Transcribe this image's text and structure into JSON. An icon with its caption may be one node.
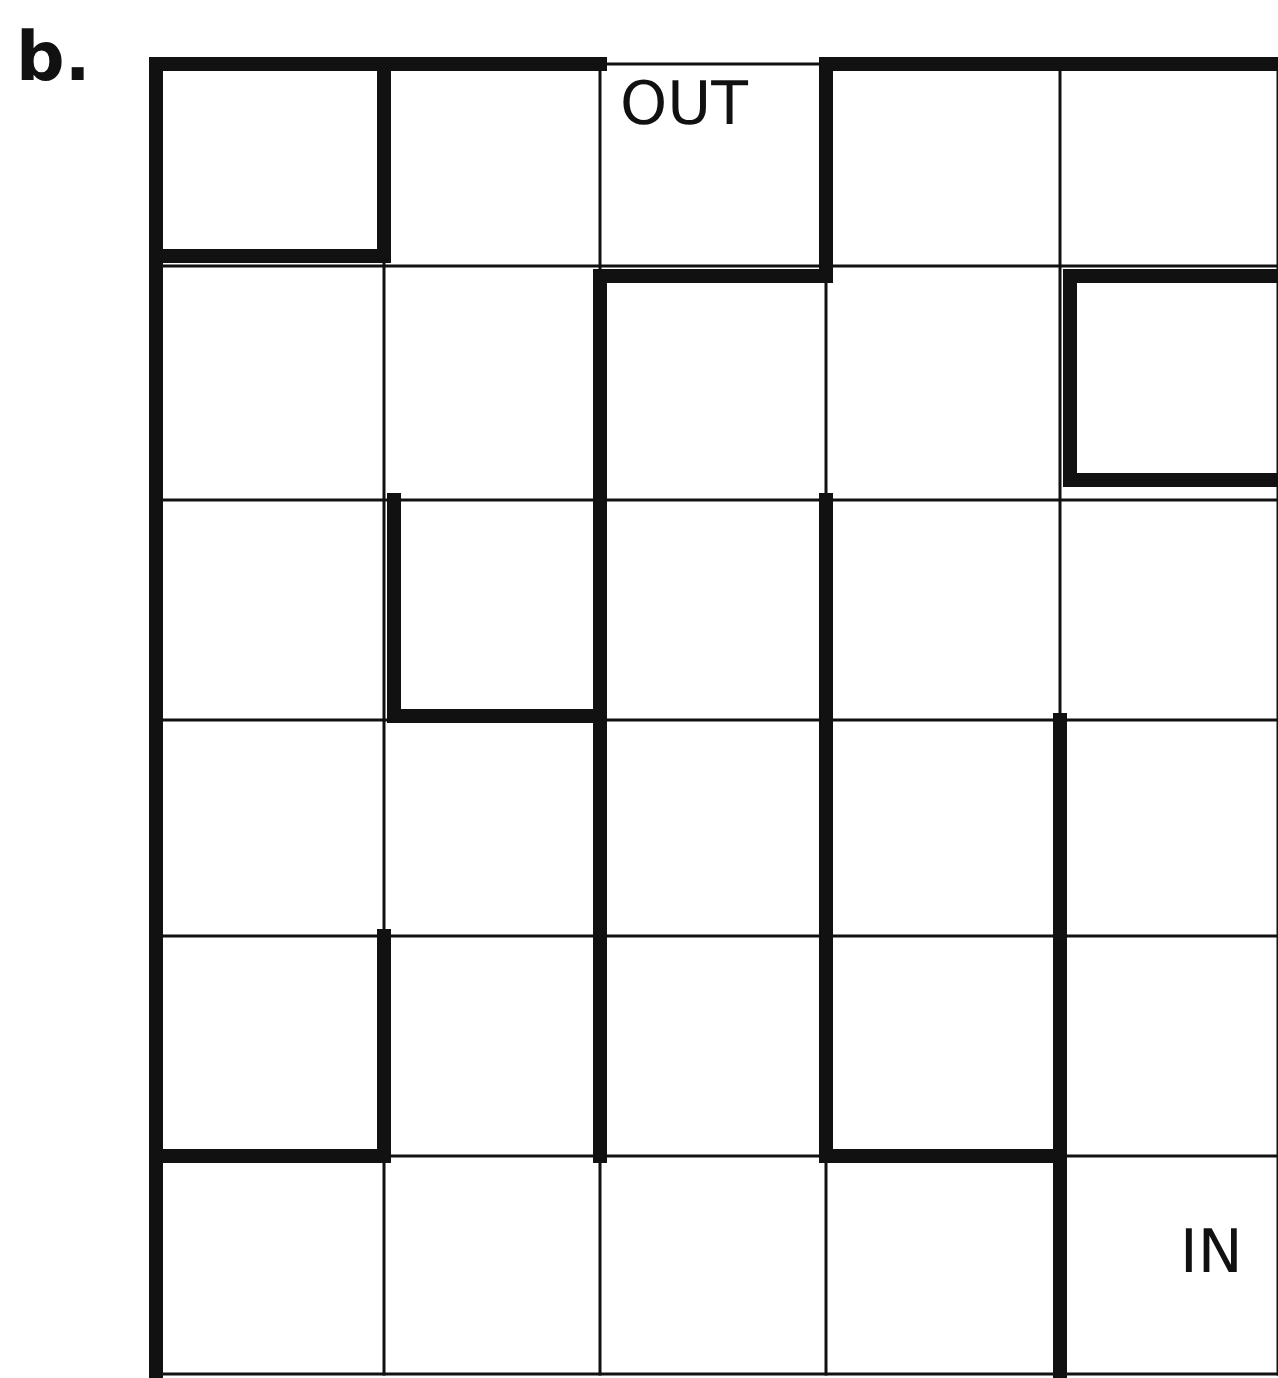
{
  "diagram": {
    "labels": [
      "b.",
      "OUT",
      "IN"
    ]
  }
}
